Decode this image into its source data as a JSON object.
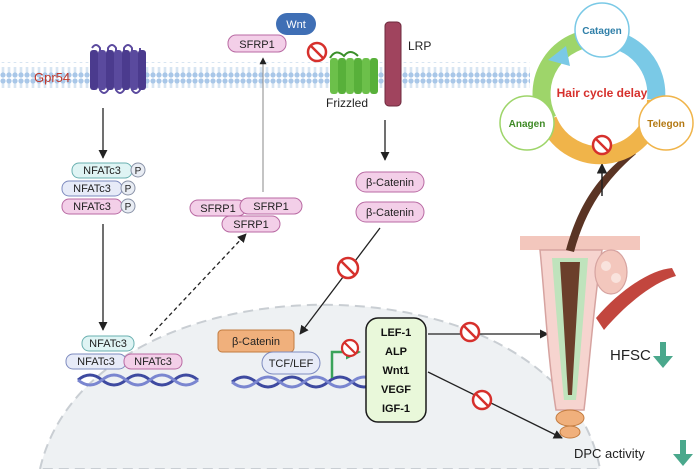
{
  "membrane": {
    "receptor_label": "Gpr54",
    "coreceptor_label": "LRP",
    "receptor2_label": "Frizzled"
  },
  "ligands": {
    "wnt": "Wnt",
    "sfrp1": "SFRP1"
  },
  "nfat": {
    "label": "NFATc3",
    "p": "P"
  },
  "catenin": {
    "label": "β-Catenin"
  },
  "nucleus": {
    "tcf": "TCF/LEF",
    "targets": [
      "LEF-1",
      "ALP",
      "Wnt1",
      "VEGF",
      "IGF-1"
    ]
  },
  "cycle": {
    "title": "Hair cycle delay",
    "phases": [
      "Catagen",
      "Anagen",
      "Telegon"
    ]
  },
  "outcomes": {
    "hfsc": "HFSC",
    "dpc": "DPC activity"
  },
  "colors": {
    "title_red": "#d6302c",
    "gpr54_red": "#c0392b",
    "down_green": "#4aa88c",
    "catagen_blue": "#7ac9e6",
    "anagen_green": "#9ed56a",
    "telegon_orange": "#f0b44a",
    "nfat_bg": "#dff4f4",
    "sfrp_bg": "#f3cfe8",
    "catenin_box": "#f0b07c"
  }
}
